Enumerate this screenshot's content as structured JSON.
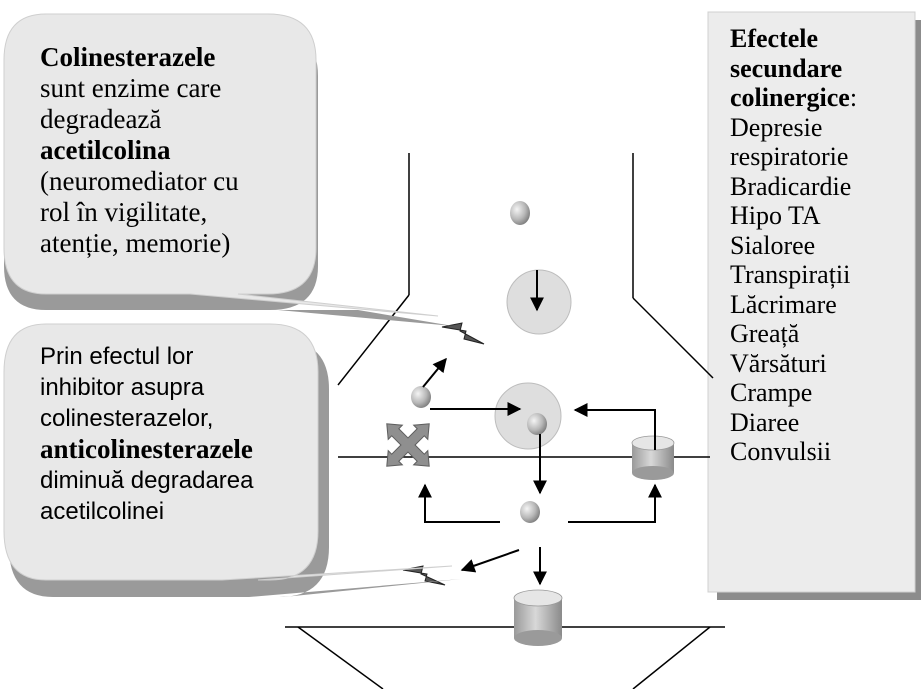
{
  "bubble1": {
    "title": "Colinesterazele",
    "line1": "sunt enzime care",
    "line2": "degradează",
    "keyword": "acetilcolina",
    "line3": "(neuromediator cu",
    "line4": "rol în vigilitate,",
    "line5": "atenție, memorie)"
  },
  "bubble2": {
    "line1": "Prin efectul lor",
    "line2": "inhibitor asupra",
    "line3": "colinesterazelor,",
    "keyword": "anticolinesterazele",
    "line4": "diminuă degradarea",
    "line5": "acetilcolinei"
  },
  "side_panel": {
    "title_line1": "Efectele",
    "title_line2": "secundare",
    "title_line3": "colinergice",
    "title_colon": ":",
    "items": [
      "Depresie",
      "respiratorie",
      "Bradicardie",
      "Hipo TA",
      "Sialoree",
      "Transpirații",
      "Lăcrimare",
      "Greață",
      "Vărsături",
      "Crampe",
      "Diaree",
      "Convulsii"
    ]
  },
  "colors": {
    "bubble_fill": "#e8e8e8",
    "shadow": "#a0a0a0",
    "panel_fill": "#ececec",
    "line": "#000000"
  }
}
